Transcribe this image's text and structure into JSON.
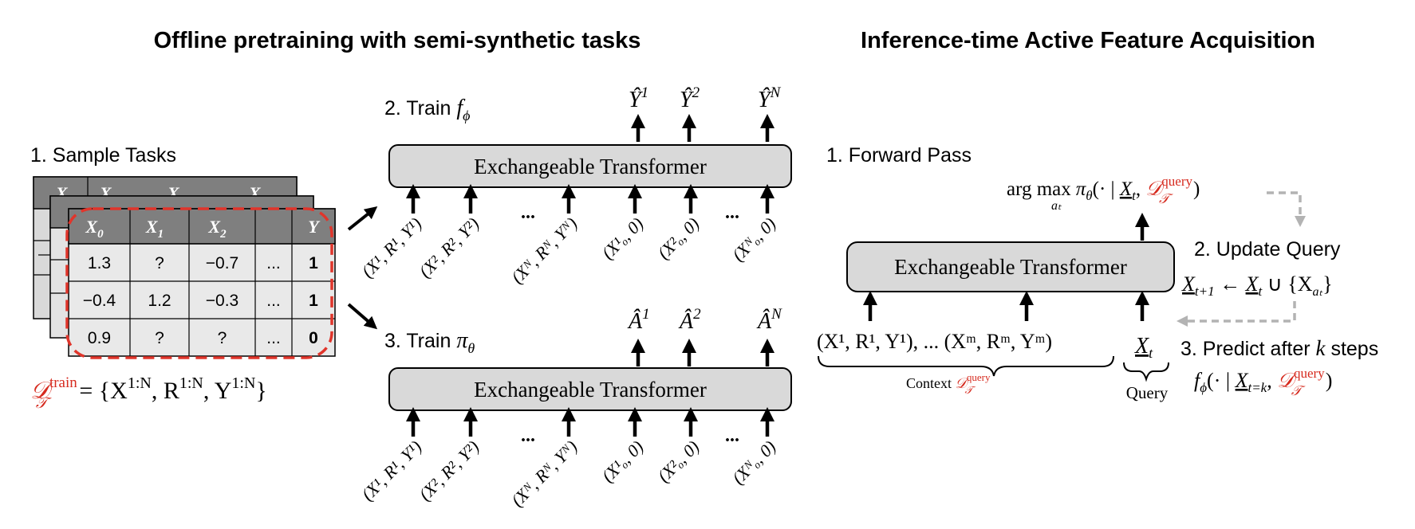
{
  "titles": {
    "left": "Offline pretraining with semi-synthetic tasks",
    "right": "Inference-time Active Feature Acquisition"
  },
  "left": {
    "step1": "1. Sample Tasks",
    "table": {
      "headers": [
        "X0",
        "X1",
        "X2",
        "",
        "Y"
      ],
      "rows": [
        [
          "1.3",
          "?",
          "−0.7",
          "...",
          "1"
        ],
        [
          "−0.4",
          "1.2",
          "−0.3",
          "...",
          "1"
        ],
        [
          "0.9",
          "?",
          "?",
          "...",
          "0"
        ]
      ]
    },
    "dataset_label_D": "𝒟",
    "dataset_label_sup": "train",
    "dataset_label_sub": "𝒯",
    "dataset_label_rest": "= {X",
    "dataset_set_sup_1": "1:N",
    "dataset_set_R": ", R",
    "dataset_set_sup_2": "1:N",
    "dataset_set_Y": ", Y",
    "dataset_set_sup_3": "1:N",
    "dataset_set_close": "}"
  },
  "middle": {
    "step2_prefix": "2. Train ",
    "step2_var": "f",
    "step2_sub": "ϕ",
    "step3_prefix": "3. Train ",
    "step3_var": "π",
    "step3_sub": "θ",
    "transformer_label": "Exchangeable Transformer",
    "top_outputs": [
      {
        "base": "Ŷ",
        "sup": "1"
      },
      {
        "base": "Ŷ",
        "sup": "2"
      },
      {
        "base": "Ŷ",
        "sup": "N"
      }
    ],
    "bottom_outputs": [
      {
        "base": "Â",
        "sup": "1"
      },
      {
        "base": "Â",
        "sup": "2"
      },
      {
        "base": "Â",
        "sup": "N"
      }
    ],
    "inputs": [
      "(X¹, R¹, Y¹)",
      "(X², R², Y²)",
      "...",
      "(Xᴺ, Rᴺ, Yᴺ)",
      "(X¹ₒ, 0)",
      "(X²ₒ, 0)",
      "...",
      "(Xᴺₒ, 0)"
    ]
  },
  "right": {
    "step1": "1. Forward Pass",
    "step2": "2. Update Query",
    "step3_prefix": "3. Predict after ",
    "step3_var": "k",
    "step3_suffix": " steps",
    "argmax": "arg max",
    "argmax_sub": "aₜ",
    "argmax_rest": "π",
    "argmax_theta": "θ",
    "argmax_paren": "(· | ",
    "argmax_X": "X",
    "argmax_t": "t",
    "argmax_comma": ", ",
    "query_D": "𝒟",
    "query_sup": "query",
    "query_sub": "𝒯",
    "close_paren": ")",
    "update_X": "X",
    "update_sub1": "t+1",
    "update_arrow": " ← ",
    "update_X2": "X",
    "update_sub2": "t",
    "update_union": " ∪ {X",
    "update_sub3": "aₜ",
    "update_close": "}",
    "predict_f": "f",
    "predict_phi": "ϕ",
    "predict_paren": "(· | ",
    "predict_X": "X",
    "predict_sub": "t=k",
    "predict_comma": ", ",
    "transformer_label": "Exchangeable Transformer",
    "context_tuple": "(X¹, R¹, Y¹), ... (Xᵐ, Rᵐ, Yᵐ)",
    "context_label": "Context ",
    "query_X": "X",
    "query_t": "t",
    "query_label": "Query"
  }
}
